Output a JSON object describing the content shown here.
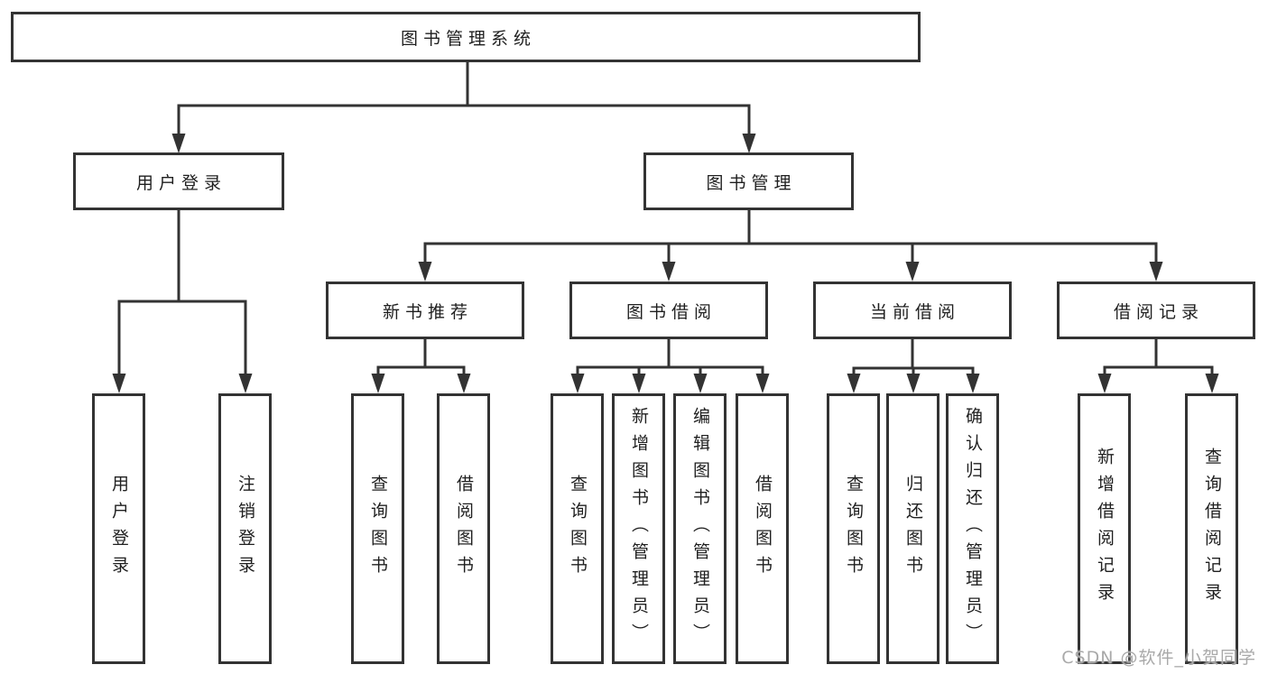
{
  "diagram": {
    "colors": {
      "line": "#333333",
      "box_border": "#333333",
      "text": "#1f1f1f",
      "watermark": "#a9a9a9",
      "background": "#ffffff"
    },
    "tree": {
      "label": "图书管理系统",
      "children": [
        {
          "label": "用户登录",
          "children": [
            {
              "label": "用户登录"
            },
            {
              "label": "注销登录"
            }
          ]
        },
        {
          "label": "图书管理",
          "children": [
            {
              "label": "新书推荐",
              "children": [
                {
                  "label": "查询图书"
                },
                {
                  "label": "借阅图书"
                }
              ]
            },
            {
              "label": "图书借阅",
              "children": [
                {
                  "label": "查询图书"
                },
                {
                  "label": "新增图书（管理员）"
                },
                {
                  "label": "编辑图书（管理员）"
                },
                {
                  "label": "借阅图书"
                }
              ]
            },
            {
              "label": "当前借阅",
              "children": [
                {
                  "label": "查询图书"
                },
                {
                  "label": "归还图书"
                },
                {
                  "label": "确认归还（管理员）"
                }
              ]
            },
            {
              "label": "借阅记录",
              "children": [
                {
                  "label": "新增借阅记录"
                },
                {
                  "label": "查询借阅记录"
                }
              ]
            }
          ]
        }
      ]
    },
    "watermark": {
      "text": "CSDN @软件_小贺同学"
    }
  }
}
